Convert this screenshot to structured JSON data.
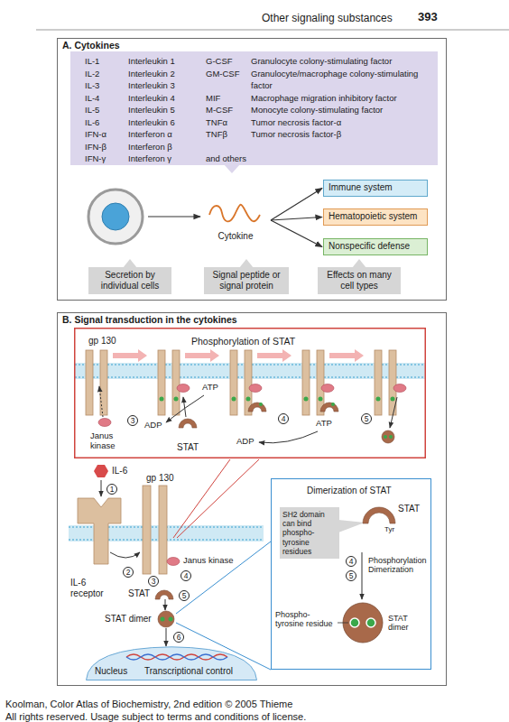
{
  "diagram": {
    "nodes": [
      {
        "text": [
          "A. Cytokines"
        ]
      },
      {
        "text": [
          "IL-1",
          "Interleukin 1",
          "G-CSF",
          "Granulocyte colony-stimulating factor",
          "IL-2",
          "Interleukin 2",
          "GM-CSF",
          "Granulocyte/macrophage colony-stimulating factor",
          "IL-3",
          "Interleukin 3",
          "IL-4",
          "Interleukin 4",
          "MIF",
          "Macrophage migration inhibitory factor",
          "IL-5",
          "Interleukin 5",
          "M-CSF",
          "Monocyte colony-stimulating factor",
          "IL-6",
          "Interleukin 6",
          "TNFα",
          "Tumor necrosis factor-α",
          "IFN-α",
          "Interferon α",
          "TNFβ",
          "Tumor necrosis factor-β",
          "IFN-β",
          "Interferon β",
          "IFN-γ",
          "Interferon γ",
          "and others"
        ],
        "in": 0
      },
      {
        "text": [
          "Cytokine"
        ],
        "in": 0
      },
      {
        "text": [
          "Immune system"
        ],
        "in": 0
      },
      {
        "text": [
          "Hematopoietic system"
        ],
        "in": 0
      },
      {
        "text": [
          "Nonspecific defense"
        ],
        "in": 0
      },
      {
        "text": [
          "Secretion by individual cells"
        ],
        "in": 0
      },
      {
        "text": [
          "Signal peptide or signal protein"
        ],
        "in": 0
      },
      {
        "text": [
          "Effects on many cell types"
        ],
        "in": 0
      },
      {
        "text": [
          "B. Signal transduction in the cytokines"
        ]
      },
      {
        "text": [
          "Phosphorylation of STAT"
        ],
        "in": 9
      },
      {
        "text": [
          "Dimerization of STAT"
        ],
        "in": 9
      },
      {
        "text": [
          "SH2 domain can bind phospho-tyrosine residues"
        ],
        "in": 11
      },
      {
        "text": [
          "Nucleus"
        ],
        "in": 9
      }
    ],
    "edges": [
      {
        "from": 2,
        "to": 3,
        "arrow": "to"
      },
      {
        "from": 2,
        "to": 4,
        "arrow": "to"
      },
      {
        "from": 2,
        "to": 5,
        "arrow": "to"
      }
    ],
    "labels": [
      "Other signaling substances",
      "393",
      "gp 130",
      "3",
      "Janus kinase",
      "ATP",
      "ADP",
      "STAT",
      "4",
      "ATP",
      "ADP",
      "5",
      "IL-6",
      "1",
      "gp 130",
      "IL-6 receptor",
      "2",
      "Janus kinase",
      "3",
      "4",
      "STAT",
      "5",
      "STAT dimer",
      "6",
      "Transcriptional control",
      "STAT",
      "Tyr",
      "4",
      "5",
      "Phosphorylation Dimerization",
      "Phospho-tyrosine residue",
      "STAT dimer",
      "Koolman, Color Atlas of Biochemistry, 2nd edition © 2005 Thieme",
      "All rights reserved. Usage subject to terms and conditions of license."
    ]
  }
}
